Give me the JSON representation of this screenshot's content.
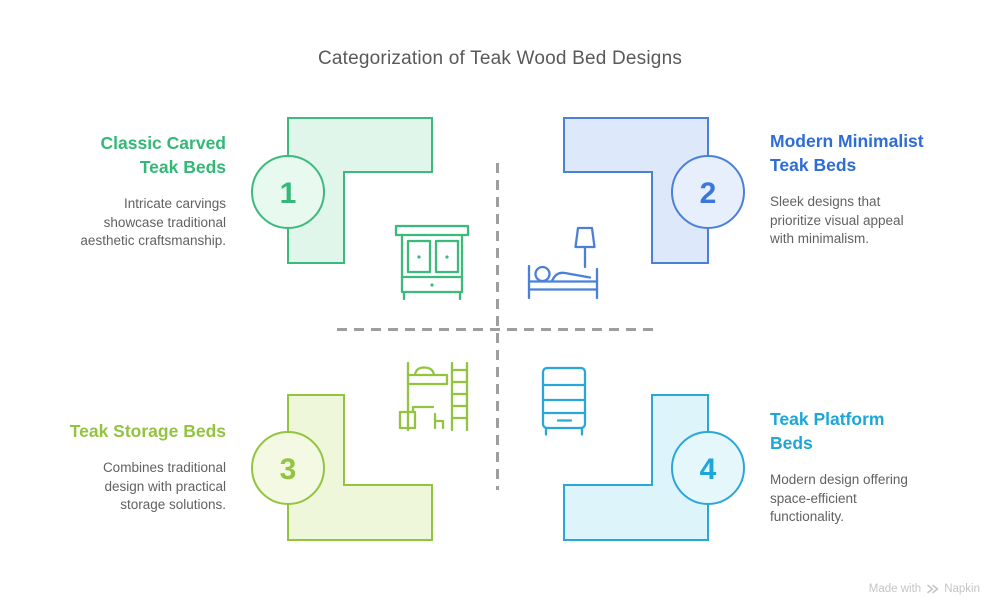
{
  "title": "Categorization of Teak Wood Bed Designs",
  "quadrants": [
    {
      "number": "1",
      "heading": "Classic Carved\nTeak Beds",
      "description": "Intricate carvings\nshowcase traditional\naesthetic craftsmanship.",
      "icon": "wardrobe-icon",
      "accent_color": "#34b877",
      "shape_fill": "#e1f6eb",
      "shape_stroke": "#3cba7c"
    },
    {
      "number": "2",
      "heading": "Modern Minimalist\nTeak Beds",
      "description": "Sleek designs that\nprioritize visual appeal\nwith minimalism.",
      "icon": "bed-sleeping-person-icon",
      "accent_color": "#2e6dd6",
      "shape_fill": "#dde9fa",
      "shape_stroke": "#4b80d9"
    },
    {
      "number": "3",
      "heading": "Teak Storage Beds",
      "description": "Combines traditional\ndesign with practical\nstorage solutions.",
      "icon": "loft-bed-icon",
      "accent_color": "#92c43f",
      "shape_fill": "#eef7d9",
      "shape_stroke": "#92c43f"
    },
    {
      "number": "4",
      "heading": "Teak Platform\nBeds",
      "description": "Modern design offering\nspace-efficient\nfunctionality.",
      "icon": "chest-of-drawers-icon",
      "accent_color": "#1ba7d9",
      "shape_fill": "#def4fb",
      "shape_stroke": "#2aa7d8"
    }
  ],
  "divider_color": "#9e9e9e",
  "footer": {
    "credit": "Made with",
    "brand": "Napkin"
  }
}
